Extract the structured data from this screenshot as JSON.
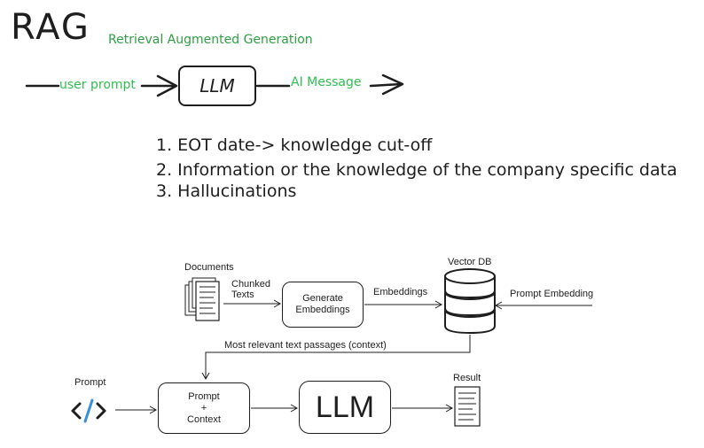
{
  "header": {
    "title": "RAG",
    "subtitle": "Retrieval Augmented Generation"
  },
  "top_flow": {
    "input_label": "user prompt",
    "model_label": "LLM",
    "output_label": "AI Message"
  },
  "problems": [
    "1. EOT date-> knowledge cut-off",
    "2. Information or the knowledge of the company specific data",
    "3. Hallucinations"
  ],
  "pipeline": {
    "documents_label": "Documents",
    "chunked_label": "Chunked\nTexts",
    "generate_label": "Generate\nEmbeddings",
    "embeddings_label": "Embeddings",
    "vector_db_label": "Vector DB",
    "prompt_embedding_label": "Prompt Embedding",
    "context_edge_label": "Most relevant text passages (context)",
    "prompt_label": "Prompt",
    "prompt_icon": "</>",
    "context_box": {
      "line1": "Prompt",
      "line2": "+",
      "line3": "Context"
    },
    "llm_label": "LLM",
    "result_label": "Result"
  }
}
